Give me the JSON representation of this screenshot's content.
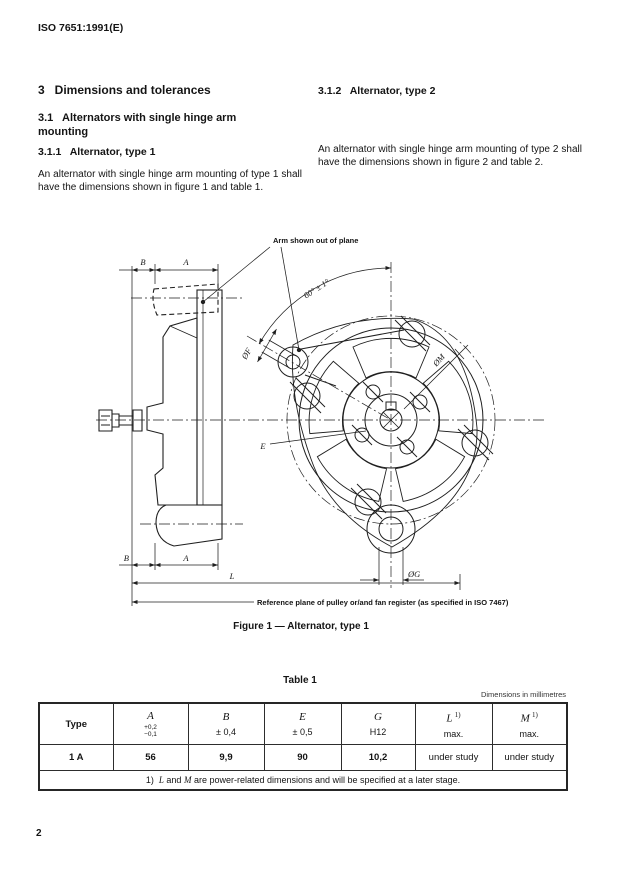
{
  "page": {
    "header": "ISO 7651:1991(E)",
    "number": "2"
  },
  "sections": {
    "s3": {
      "title": "3   Dimensions and tolerances"
    },
    "s31": {
      "title": "3.1   Alternators with single hinge arm mounting"
    },
    "s311": {
      "title": "3.1.1   Alternator, type 1",
      "body": "An alternator with single hinge arm mounting of type 1 shall have the dimensions shown in figure 1 and table 1."
    },
    "s312": {
      "title": "3.1.2   Alternator, type 2",
      "body": "An alternator with single hinge arm mounting of type 2 shall have the dimensions shown in figure 2 and table 2."
    }
  },
  "figure": {
    "caption": "Figure 1 — Alternator, type 1",
    "labels": {
      "arm_note": "Arm shown out of plane",
      "angle": "60° ± 1°",
      "a": "A",
      "b": "B",
      "l": "L",
      "e": "E",
      "dia_f": "ØF",
      "dia_g": "ØG",
      "dia_m": "ØM",
      "reference_plane": "Reference plane of pulley or/and fan register (as specified in ISO 7467)"
    }
  },
  "table": {
    "title": "Table 1",
    "units_note": "Dimensions in millimetres",
    "head": {
      "type": "Type",
      "a": "A",
      "a_tol_plus": "+0,2",
      "a_tol_minus": "−0,1",
      "b": "B",
      "b_tol": "± 0,4",
      "e": "E",
      "e_tol": "± 0,5",
      "g": "G",
      "g_tol": "H12",
      "l": "L",
      "l_sup": "1)",
      "l_sub": "max.",
      "m": "M",
      "m_sup": "1)",
      "m_sub": "max."
    },
    "row": {
      "type": "1 A",
      "a": "56",
      "b": "9,9",
      "e": "90",
      "g": "10,2",
      "l": "under study",
      "m": "under study"
    },
    "footnote": {
      "num": "1)",
      "l": "L",
      "mid": " and ",
      "m": "M",
      "rest": " are power-related dimensions and will be specified at a later stage."
    }
  }
}
